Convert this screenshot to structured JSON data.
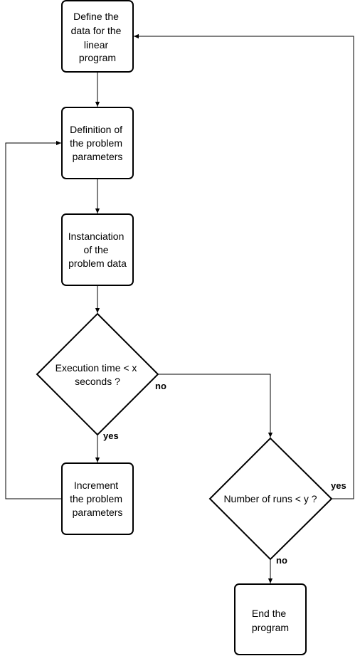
{
  "nodes": {
    "define_data": {
      "lines": [
        "Define the",
        "data for the",
        "linear",
        "program"
      ]
    },
    "definition_params": {
      "lines": [
        "Definition of",
        "the problem",
        "parameters"
      ]
    },
    "instanciation": {
      "lines": [
        "Instanciation",
        "of the",
        "problem data"
      ]
    },
    "exec_time_decision": {
      "lines": [
        "Execution time < x",
        "seconds ?"
      ]
    },
    "increment_params": {
      "lines": [
        "Increment",
        "the problem",
        "parameters"
      ]
    },
    "runs_decision": {
      "lines": [
        "Number of runs < y ?"
      ]
    },
    "end_program": {
      "lines": [
        "End the",
        "program"
      ]
    }
  },
  "edge_labels": {
    "exec_no": "no",
    "exec_yes": "yes",
    "runs_yes": "yes",
    "runs_no": "no"
  }
}
